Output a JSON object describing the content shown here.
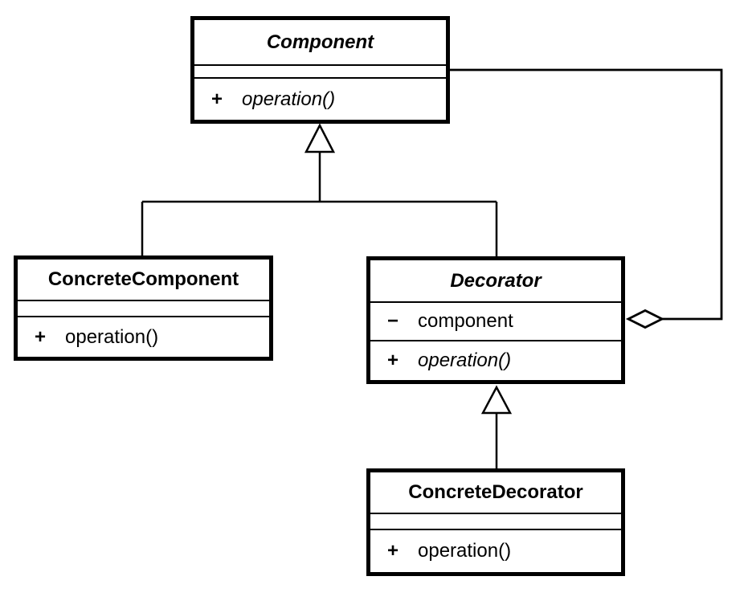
{
  "diagram": {
    "kind": "uml-class-diagram",
    "pattern": "Decorator",
    "background_color": "#ffffff",
    "line_color": "#000000",
    "box_fill_color": "#ffffff"
  },
  "classes": {
    "component": {
      "name": "Component",
      "abstract": true,
      "attributes": [],
      "methods": [
        {
          "visibility": "+",
          "name": "operation()",
          "italic": true
        }
      ]
    },
    "concrete_component": {
      "name": "ConcreteComponent",
      "abstract": false,
      "attributes": [],
      "methods": [
        {
          "visibility": "+",
          "name": "operation()",
          "italic": false
        }
      ]
    },
    "decorator": {
      "name": "Decorator",
      "abstract": true,
      "attributes": [
        {
          "visibility": "−",
          "name": "component"
        }
      ],
      "methods": [
        {
          "visibility": "+",
          "name": "operation()",
          "italic": true
        }
      ]
    },
    "concrete_decorator": {
      "name": "ConcreteDecorator",
      "abstract": false,
      "attributes": [],
      "methods": [
        {
          "visibility": "+",
          "name": "operation()",
          "italic": false
        }
      ]
    }
  },
  "relationships": [
    {
      "type": "generalization",
      "from": "ConcreteComponent",
      "to": "Component"
    },
    {
      "type": "generalization",
      "from": "Decorator",
      "to": "Component"
    },
    {
      "type": "generalization",
      "from": "ConcreteDecorator",
      "to": "Decorator"
    },
    {
      "type": "aggregation",
      "from": "Decorator",
      "to": "Component"
    }
  ]
}
